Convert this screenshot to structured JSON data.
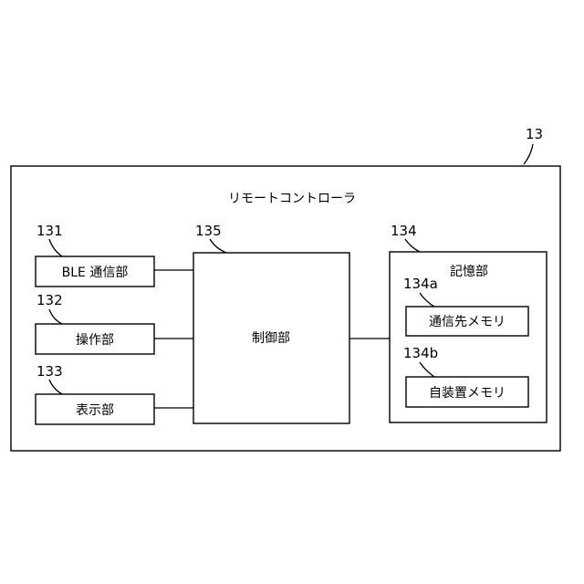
{
  "refs": {
    "device": "13",
    "ble": "131",
    "operation": "132",
    "display": "133",
    "controller": "135",
    "storage": "134",
    "dest_memory": "134a",
    "self_memory": "134b"
  },
  "labels": {
    "device": "リモートコントローラ",
    "ble": "BLE 通信部",
    "operation": "操作部",
    "display": "表示部",
    "controller": "制御部",
    "storage": "記憶部",
    "dest_memory": "通信先メモリ",
    "self_memory": "自装置メモリ"
  },
  "colors": {
    "line": "#000000",
    "background": "#ffffff"
  }
}
